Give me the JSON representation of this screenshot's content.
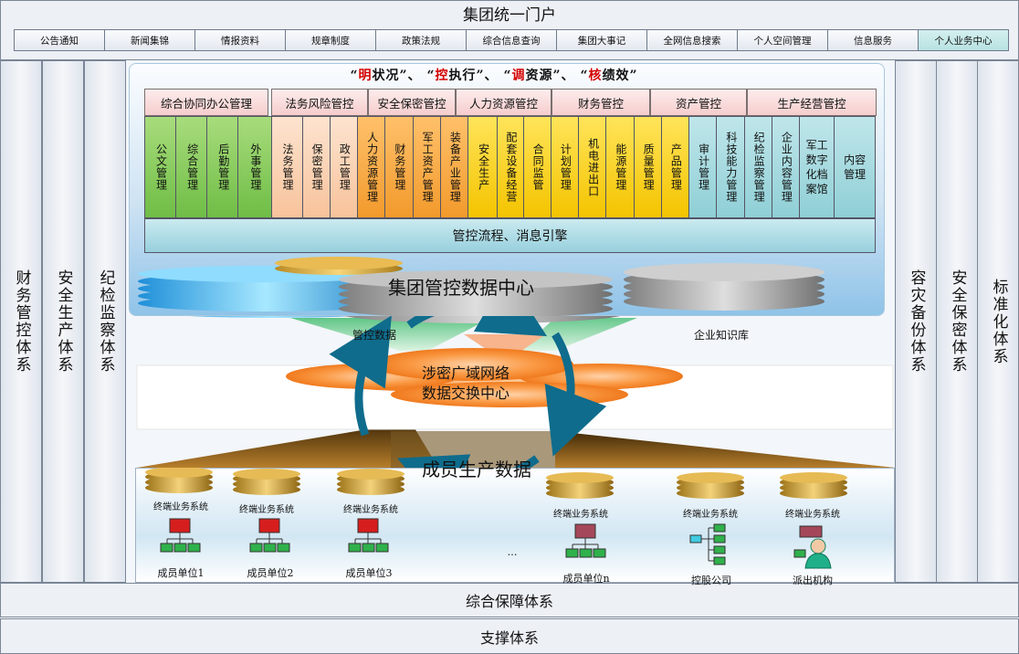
{
  "portal": {
    "title": "集团统一门户",
    "nav": [
      "公告通知",
      "新闻集锦",
      "情报资料",
      "规章制度",
      "政策法规",
      "综合信息查询",
      "集团大事记",
      "全网信息搜索",
      "个人空间管理",
      "信息服务",
      "个人业务中心"
    ]
  },
  "left_systems": [
    "财务管控体系",
    "安全生产体系",
    "纪检监察体系"
  ],
  "right_systems": [
    "容灾备份体系",
    "安全保密体系",
    "标准化体系"
  ],
  "slogan": {
    "q1": "“",
    "k1": "明",
    "r1": "状况”、",
    "q2": "“",
    "k2": "控",
    "r2": "执行”、",
    "q3": "“",
    "k3": "调",
    "r3": "资源”、",
    "q4": "“",
    "k4": "核",
    "r4": "绩效”"
  },
  "categories": [
    "综合协同办公管理",
    "法务风险管控",
    "安全保密管控",
    "人力资源管控",
    "财务管控",
    "资产管控",
    "生产经营管控"
  ],
  "modules": [
    {
      "label": "公文管理",
      "color": "green"
    },
    {
      "label": "综合管理",
      "color": "green"
    },
    {
      "label": "后勤管理",
      "color": "green"
    },
    {
      "label": "外事管理",
      "color": "green"
    },
    {
      "label": "法务管理",
      "color": "peach"
    },
    {
      "label": "保密管理",
      "color": "peach"
    },
    {
      "label": "政工管理",
      "color": "peach"
    },
    {
      "label": "人力资源管理",
      "color": "orange"
    },
    {
      "label": "财务管理",
      "color": "orange"
    },
    {
      "label": "军工资产管理",
      "color": "orange"
    },
    {
      "label": "装备产业管理",
      "color": "orange"
    },
    {
      "label": "安全生产",
      "color": "yellow"
    },
    {
      "label": "配套设备经营",
      "color": "yellow"
    },
    {
      "label": "合同监管",
      "color": "yellow"
    },
    {
      "label": "计划管理",
      "color": "yellow"
    },
    {
      "label": "机电进出口",
      "color": "yellow"
    },
    {
      "label": "能源管理",
      "color": "yellow"
    },
    {
      "label": "质量管理",
      "color": "yellow"
    },
    {
      "label": "产品管理",
      "color": "yellow"
    },
    {
      "label": "审计管理",
      "color": "teal"
    },
    {
      "label": "科技能力管理",
      "color": "teal"
    },
    {
      "label": "纪检监察管理",
      "color": "teal"
    },
    {
      "label": "企业内容管理",
      "color": "teal"
    },
    {
      "label": "军工数字化档案馆",
      "color": "teal"
    },
    {
      "label": "内容管理",
      "color": "teal"
    }
  ],
  "engine": "管控流程、消息引擎",
  "data_center": "集团管控数据中心",
  "control_data": "管控数据",
  "knowledge_base": "企业知识库",
  "exchange": {
    "line1": "涉密广域网络",
    "line2": "数据交换中心"
  },
  "member_data": "成员生产数据",
  "terminal": "终端业务系统",
  "units": [
    "成员单位1",
    "成员单位2",
    "成员单位3",
    "成员单位n",
    "控股公司",
    "派出机构"
  ],
  "ellipsis": "…",
  "bottom": {
    "guarantee": "综合保障体系",
    "support": "支撑体系"
  }
}
